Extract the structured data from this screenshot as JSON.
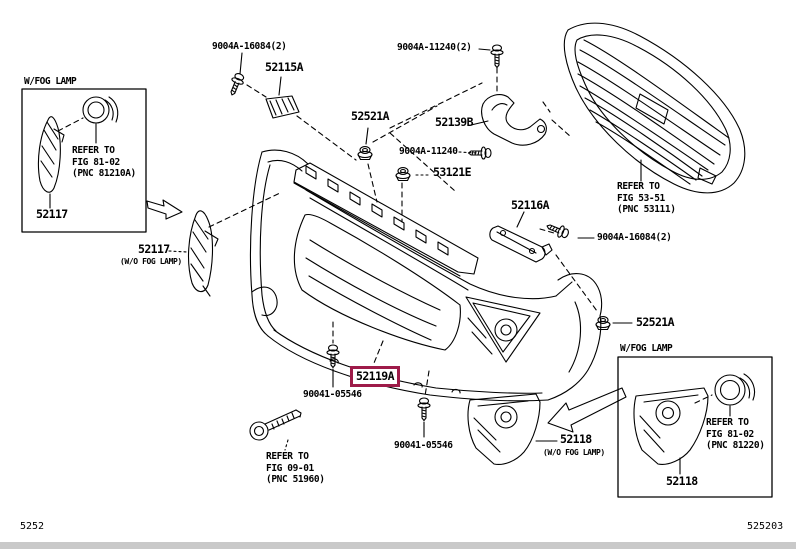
{
  "diagram": {
    "title_hint": "Front bumper & front grille parts diagram",
    "colors": {
      "line": "#000000",
      "background": "#ffffff",
      "highlight_box": "#9e1b49",
      "footer_strip": "#c9c9c9"
    },
    "footer": {
      "left_code": "5252",
      "right_code": "525203"
    },
    "boxes": {
      "left_fog_lamp": {
        "title": "W/FOG LAMP",
        "part_number": "52117",
        "refer_note": "REFER TO\nFIG 81-02\n(PNC 81210A)"
      },
      "right_fog_lamp": {
        "title": "W/FOG LAMP",
        "part_number": "52118",
        "refer_note": "REFER TO\nFIG 81-02\n(PNC 81220)"
      }
    },
    "callouts": {
      "bolt_top_left": "9004A-16084(2)",
      "absorber": "52115A",
      "clip_top": "52521A",
      "bolt_top_right": "9004A-11240(2)",
      "bracket_center": "52139B",
      "bolt_center": "9004A-11240",
      "clip_center": "53121E",
      "grille_refer": "REFER TO\nFIG 53-51\n(PNC 53111)",
      "bracket_right": "52116A",
      "bolt_right": "9004A-16084(2)",
      "clip_right": "52521A",
      "bumper_cover_selected": "52119A",
      "bolt_lower_left": "90041-05546",
      "bolt_lower_center": "90041-05546",
      "hook_refer": "REFER TO\nFIG 09-01\n(PNC 51960)",
      "bracket_left": "52117",
      "bracket_left_variant": "(W/O FOG LAMP)",
      "lower_cover": "52118",
      "lower_cover_variant": "(W/O FOG LAMP)"
    }
  }
}
